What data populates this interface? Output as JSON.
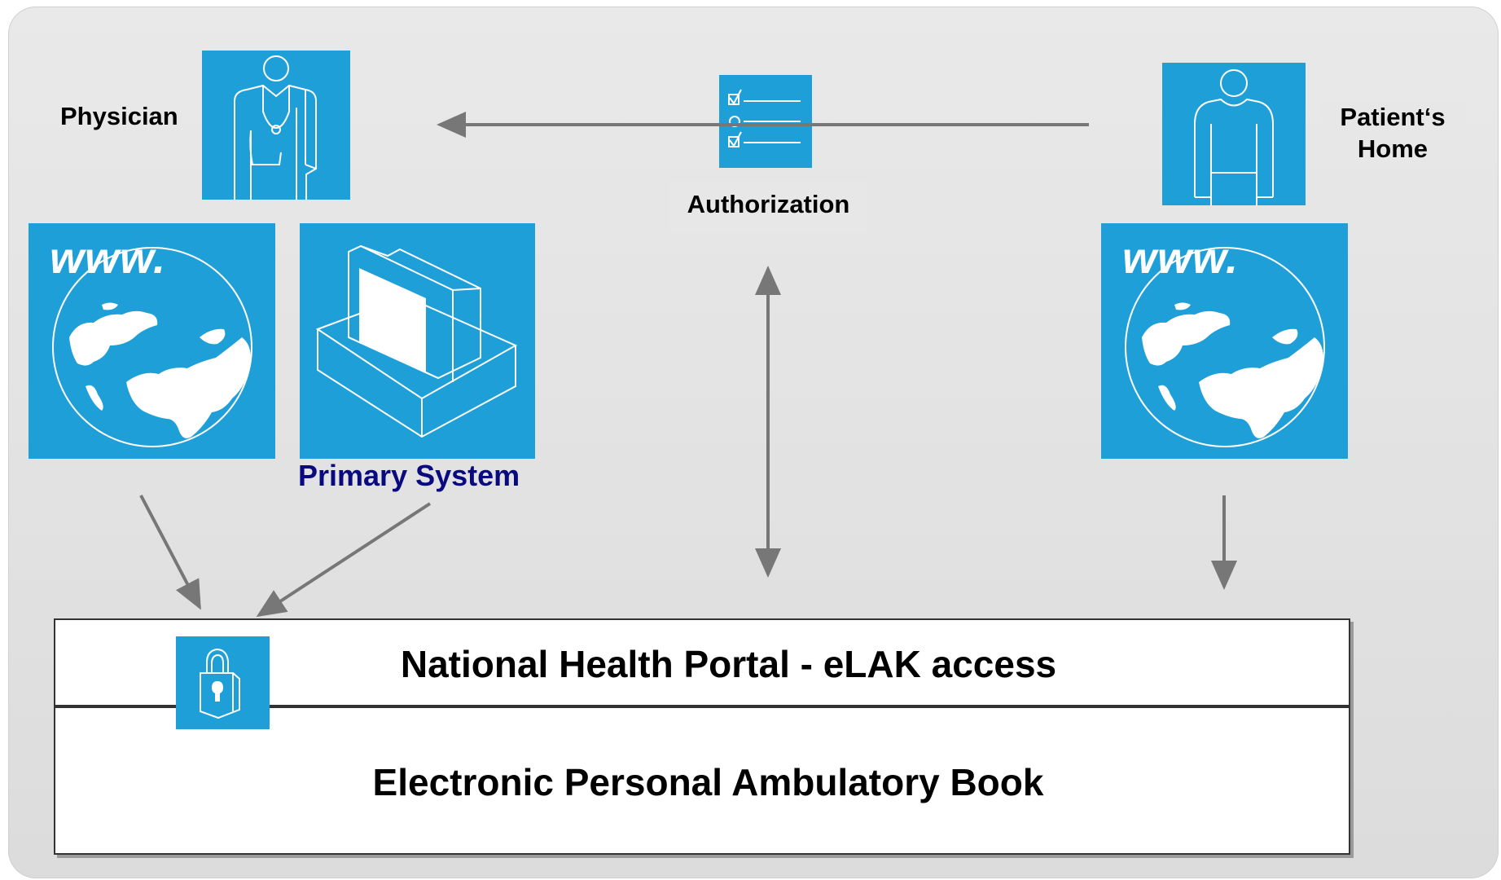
{
  "labels": {
    "physician": "Physician",
    "patient_home": "Patient‘s\nHome",
    "authorization": "Authorization",
    "primary_system": "Primary System"
  },
  "tiles": {
    "www_text": "www."
  },
  "boxes": {
    "portal": "National Health Portal - eLAK access",
    "book": "Electronic Personal Ambulatory Book"
  },
  "colors": {
    "tile_blue": "#1f9fd8",
    "arrow_gray": "#777777",
    "primary_label": "#0a0a80"
  },
  "icons": {
    "physician": "doctor-icon",
    "patient": "person-icon",
    "authorization": "checklist-icon",
    "web": "globe-icon",
    "computer": "computer-icon",
    "lock": "padlock-icon"
  }
}
